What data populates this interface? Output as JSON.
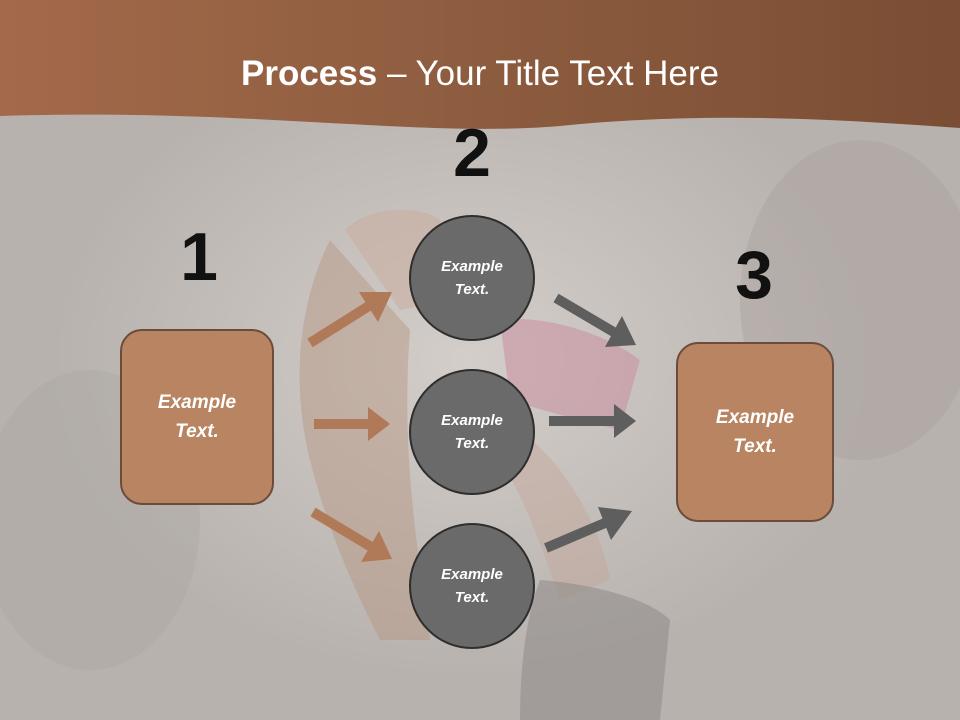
{
  "title": {
    "bold": "Process",
    "rest": " – Your Title Text Here"
  },
  "steps": {
    "one": "1",
    "two": "2",
    "three": "3"
  },
  "left_box": {
    "text": "Example Text."
  },
  "right_box": {
    "text": "Example Text."
  },
  "circles": [
    {
      "text": "Example Text."
    },
    {
      "text": "Example Text."
    },
    {
      "text": "Example Text."
    }
  ],
  "colors": {
    "header_brown": "#8c5a3c",
    "box_fill": "#b88461",
    "circle_fill": "#6a6a6a",
    "left_arrow": "#b07a58",
    "right_arrow": "#5e5e5e"
  }
}
